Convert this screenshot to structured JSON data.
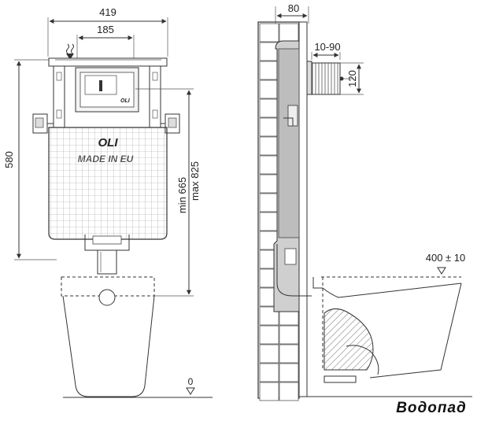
{
  "front_view": {
    "dim_width": "419",
    "dim_inner_width": "185",
    "dim_height": "580",
    "dim_min_height": "min 665",
    "dim_max_height": "max 825",
    "plate_logo": "OLI",
    "frame_logo": "OLI",
    "frame_text": "MADE IN EU",
    "floor_mark": "0"
  },
  "side_view": {
    "dim_depth": "80",
    "dim_range": "10-90",
    "dim_plate": "120",
    "dim_bowl_height": "400 ± 10"
  },
  "watermark": "Водопад"
}
